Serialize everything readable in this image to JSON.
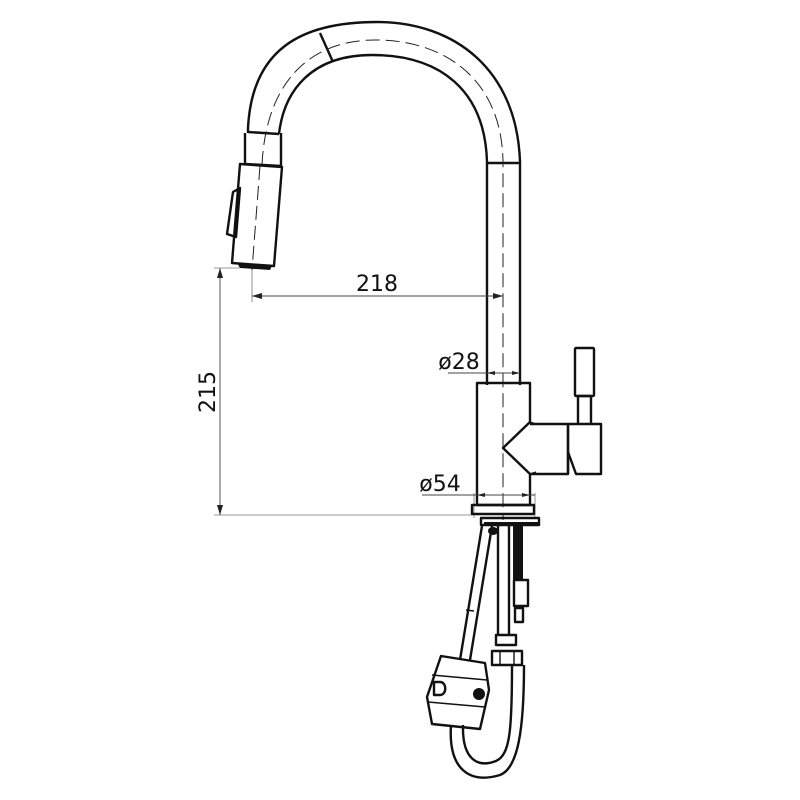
{
  "drawing": {
    "subject": "Pull-out kitchen faucet side elevation",
    "line_color": "#111111",
    "background": "#ffffff"
  },
  "dimensions": {
    "spout_reach": {
      "label": "218",
      "units_implied": "mm"
    },
    "spout_height": {
      "label": "215",
      "units_implied": "mm"
    },
    "spout_tube_diameter": {
      "label": "ø28",
      "units_implied": "mm"
    },
    "base_diameter": {
      "label": "ø54",
      "units_implied": "mm"
    }
  },
  "components": [
    {
      "id": "pull-out-spray-head"
    },
    {
      "id": "curved-spout"
    },
    {
      "id": "faucet-body"
    },
    {
      "id": "side-lever-handle"
    },
    {
      "id": "mounting-base"
    },
    {
      "id": "supply-hoses"
    },
    {
      "id": "hose-counterweight"
    }
  ]
}
